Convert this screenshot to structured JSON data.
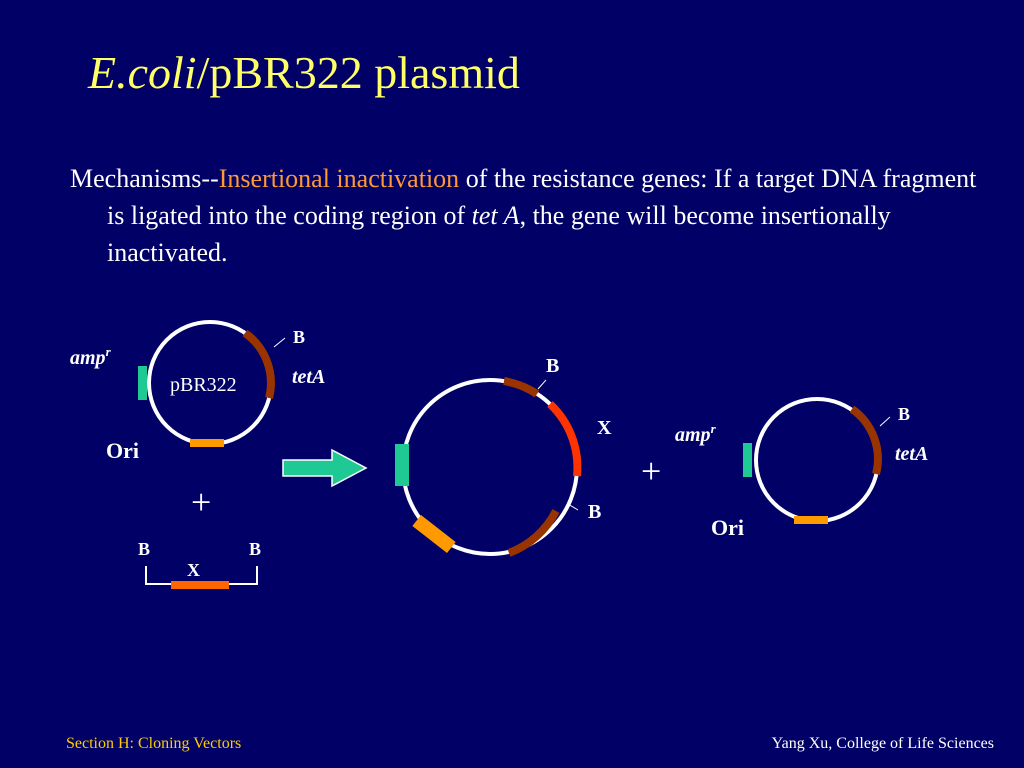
{
  "title": {
    "italic": "E.coli",
    "rest": "/pBR322 plasmid"
  },
  "body": {
    "part1": "Mechanisms--",
    "highlight": "Insertional inactivation",
    "part2": " of the resistance genes:  If a target DNA fragment is ligated into the coding region of ",
    "italic": "tet A",
    "part3": ", the gene will become insertionally inactivated."
  },
  "diagram": {
    "plasmid1": {
      "center_label": "pBR322",
      "amp_label": "amp",
      "amp_sup": "r",
      "tet_label": "tetA",
      "ori_label": "Ori",
      "site_label": "B"
    },
    "plus1": "+",
    "fragment": {
      "left_site": "B",
      "right_site": "B",
      "insert_label": "X"
    },
    "recombinant": {
      "site_top": "B",
      "insert_label": "X",
      "site_bottom": "B"
    },
    "plus2": "+",
    "plasmid2": {
      "amp_label": "amp",
      "amp_sup": "r",
      "tet_label": "tetA",
      "ori_label": "Ori",
      "site_label": "B"
    }
  },
  "colors": {
    "background": "#000066",
    "title": "#ffff66",
    "highlight": "#ff9933",
    "tet_gene": "#993300",
    "amp_gene": "#1ec993",
    "ori": "#ff9900",
    "insert": "#ff3300",
    "footer_left": "#ffcc00"
  },
  "footer": {
    "left": "Section H: Cloning Vectors",
    "right": "Yang Xu, College of Life Sciences"
  }
}
